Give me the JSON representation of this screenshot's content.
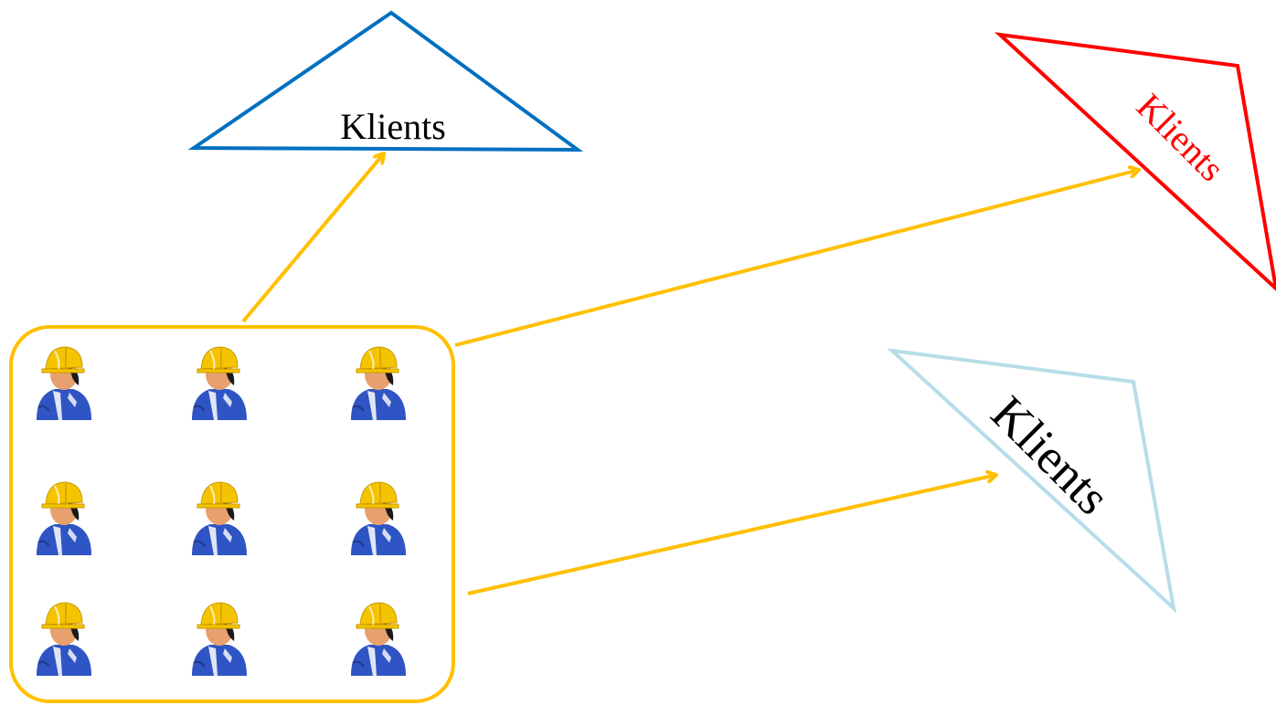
{
  "colors": {
    "arrow": "#FFC000",
    "team_box_border": "#FFC000",
    "client_triangle_1": "#0070C0",
    "client_triangle_2": "#FF0000",
    "client_triangle_3": "#B7DDE8",
    "client_label_1": "#000000",
    "client_label_2": "#FF0000",
    "client_label_3": "#000000",
    "worker_helmet": "#F5C400",
    "worker_body": "#2F55C4",
    "worker_skin": "#E7A06E",
    "worker_hair": "#1A1A1A"
  },
  "clients": [
    {
      "label": "Klients"
    },
    {
      "label": "Klients"
    },
    {
      "label": "Klients"
    }
  ],
  "team": {
    "icon": "construction-worker-icon",
    "rows": 3,
    "columns": 3
  }
}
